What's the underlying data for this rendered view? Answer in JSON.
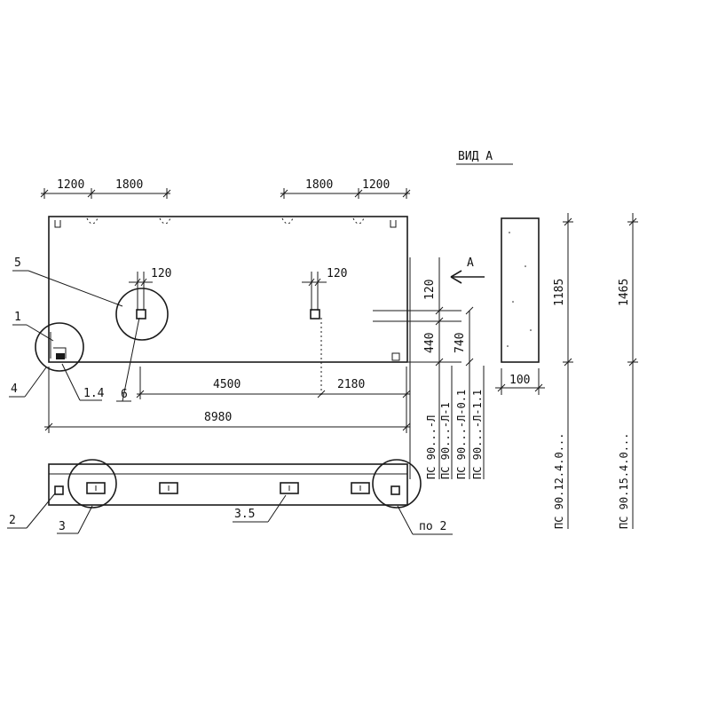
{
  "view_title": "ВИД А",
  "arrow_label": "A",
  "top_dims": [
    "1200",
    "1800",
    "1800",
    "1200"
  ],
  "hole_dims": [
    "120",
    "120"
  ],
  "bottom_dims": [
    "4500",
    "2180",
    "8980"
  ],
  "right_dims": [
    "120",
    "440",
    "740"
  ],
  "section_dims": [
    "100",
    "1185",
    "1465"
  ],
  "callouts": {
    "c1": "1",
    "c4": "4",
    "c14": "1.4",
    "c5": "5",
    "c6": "6",
    "c2": "2",
    "c3": "3",
    "c35": "3.5",
    "cpo2": "по 2"
  },
  "variant_labels": [
    "ПС 90...-Л",
    "ПС 90...-Л-1",
    "ПС 90...-Л-0.1",
    "ПС 90...-Л-1.1"
  ],
  "series_labels": [
    "ПС 90.12.4.0...",
    "ПС 90.15.4.0..."
  ]
}
